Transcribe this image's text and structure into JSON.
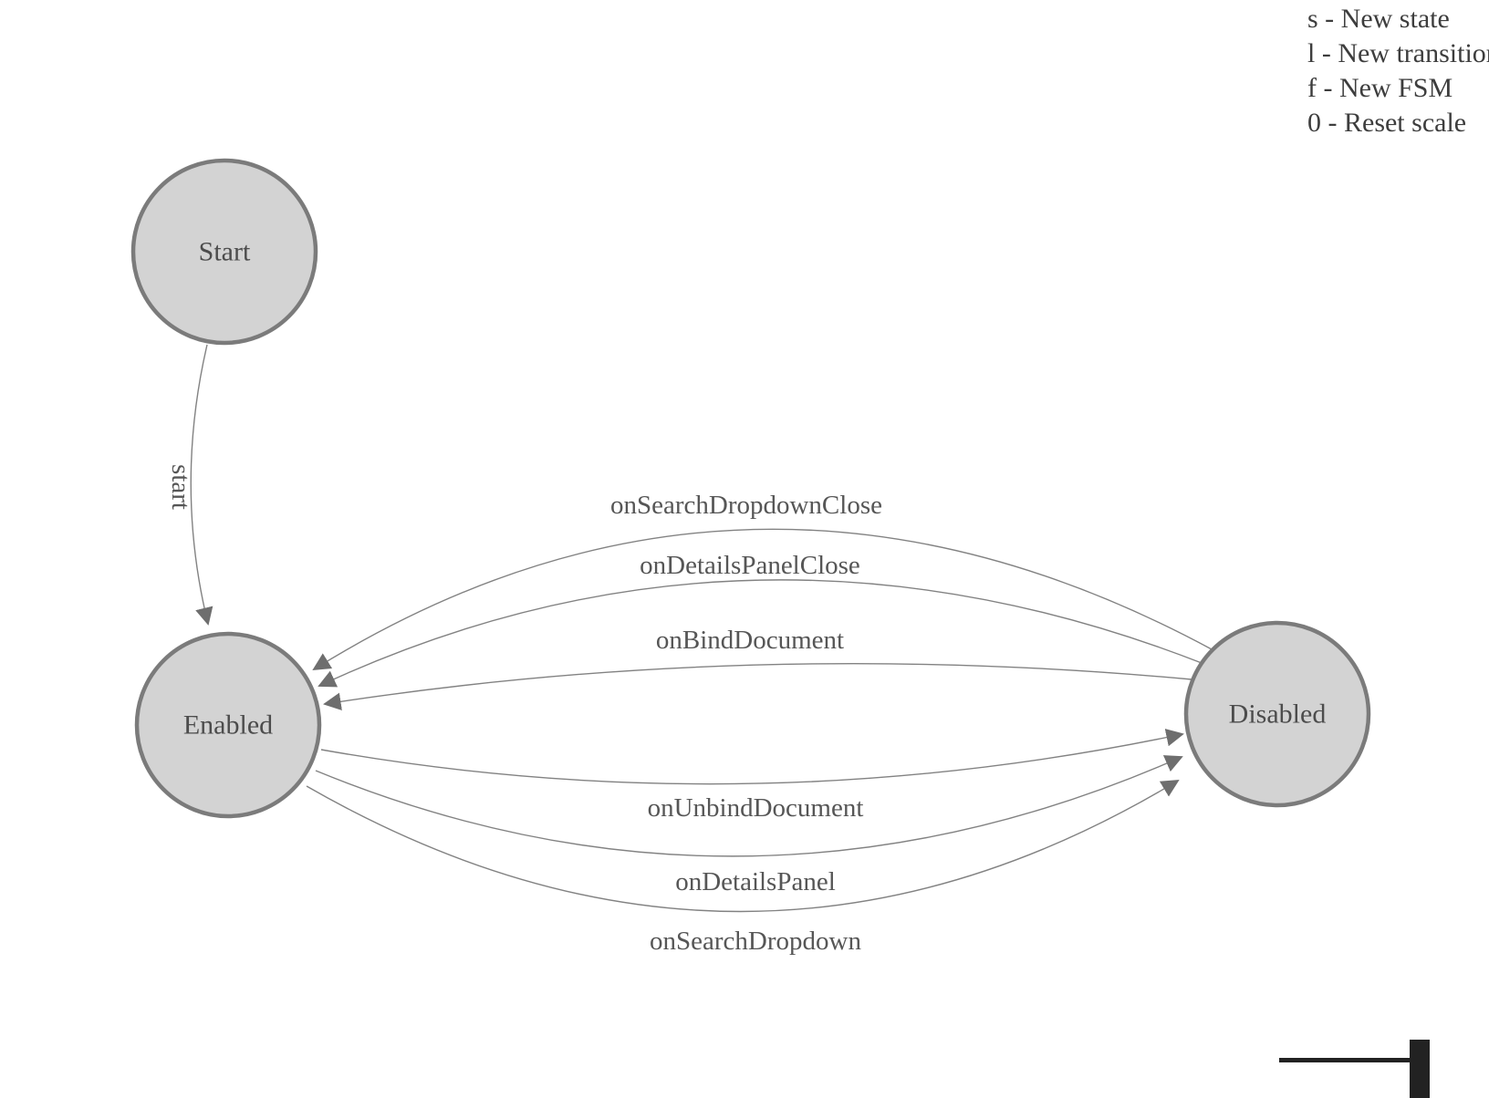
{
  "diagram": {
    "states": [
      {
        "label": "Start"
      },
      {
        "label": "Enabled"
      },
      {
        "label": "Disabled"
      }
    ],
    "transitions": [
      {
        "label": "start",
        "from": "Start",
        "to": "Enabled"
      },
      {
        "label": "onSearchDropdownClose",
        "from": "Disabled",
        "to": "Enabled"
      },
      {
        "label": "onDetailsPanelClose",
        "from": "Disabled",
        "to": "Enabled"
      },
      {
        "label": "onBindDocument",
        "from": "Disabled",
        "to": "Enabled"
      },
      {
        "label": "onUnbindDocument",
        "from": "Enabled",
        "to": "Disabled"
      },
      {
        "label": "onDetailsPanel",
        "from": "Enabled",
        "to": "Disabled"
      },
      {
        "label": "onSearchDropdown",
        "from": "Enabled",
        "to": "Disabled"
      }
    ],
    "colors": {
      "node_fill": "#d3d3d3",
      "node_stroke": "#7b7b7b",
      "edge_stroke": "#828282",
      "arrow_fill": "#6e6e6e",
      "label_text": "#565656"
    }
  },
  "legend": {
    "items": [
      "s - New state",
      "l - New transition",
      "f - New FSM",
      "0 - Reset scale"
    ]
  }
}
